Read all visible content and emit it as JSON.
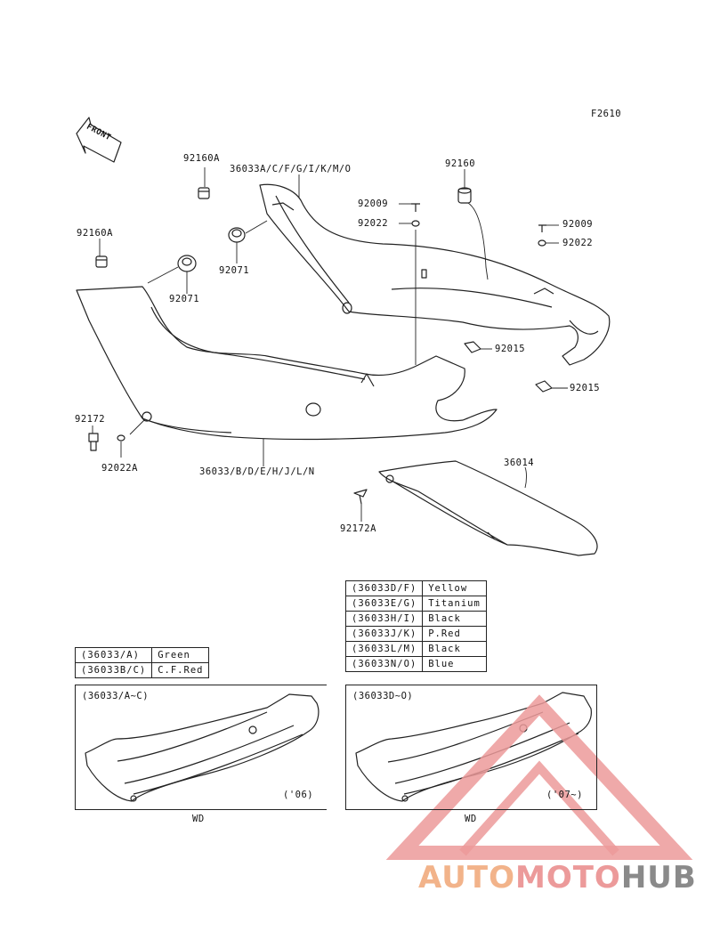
{
  "figure_code": "F2610",
  "front_label": "FRONT",
  "callouts": {
    "p92160A_top": "92160A",
    "p36033A": "36033A/C/F/G/I/K/M/O",
    "p92160": "92160",
    "p92009_mid": "92009",
    "p92022_mid": "92022",
    "p92009_right": "92009",
    "p92022_right": "92022",
    "p92160A_left": "92160A",
    "p92071_top": "92071",
    "p92071_low": "92071",
    "p92015_top": "92015",
    "p92015_low": "92015",
    "p92172": "92172",
    "p92022A": "92022A",
    "p36033B": "36033/B/D/E/H/J/L/N",
    "p36014": "36014",
    "p92172A": "92172A"
  },
  "color_table_right": [
    {
      "part": "(36033D/F)",
      "color": "Yellow"
    },
    {
      "part": "(36033E/G)",
      "color": "Titanium"
    },
    {
      "part": "(36033H/I)",
      "color": "Black"
    },
    {
      "part": "(36033J/K)",
      "color": "P.Red"
    },
    {
      "part": "(36033L/M)",
      "color": "Black"
    },
    {
      "part": "(36033N/O)",
      "color": "Blue"
    }
  ],
  "color_table_left": [
    {
      "part": "(36033/A)",
      "color": "Green"
    },
    {
      "part": "(36033B/C)",
      "color": "C.F.Red"
    }
  ],
  "inset_left": {
    "caption": "(36033/A~C)",
    "year": "('06)",
    "footer": "WD"
  },
  "inset_right": {
    "caption": "(36033D~O)",
    "year": "('07~)",
    "footer": "WD"
  },
  "watermark": {
    "part1": "AUTO",
    "part2": "MOTO",
    "part3": "HUB"
  },
  "colors": {
    "line": "#222222",
    "wm_orange": "#f2b38a",
    "wm_red": "#ec9a9a",
    "wm_gray": "#8a8a8a"
  }
}
